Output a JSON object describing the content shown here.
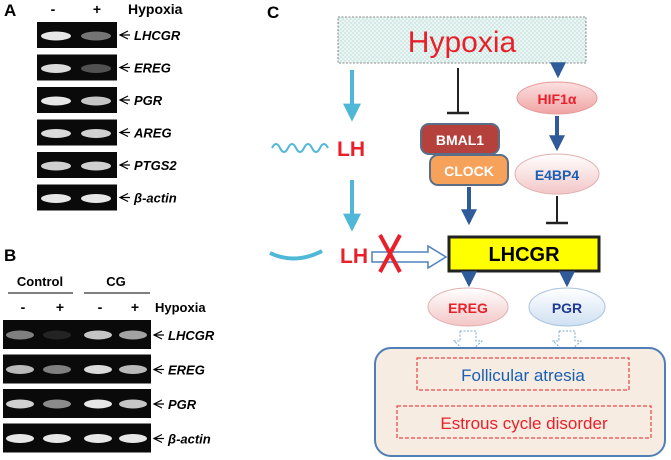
{
  "panel_a": {
    "letter": "A",
    "minus": "-",
    "plus": "+",
    "condition": "Hypoxia",
    "bands": [
      {
        "gene": "LHCGR",
        "control": 1.0,
        "hypoxia": 0.5
      },
      {
        "gene": "EREG",
        "control": 0.95,
        "hypoxia": 0.35
      },
      {
        "gene": "PGR",
        "control": 1.0,
        "hypoxia": 0.85
      },
      {
        "gene": "AREG",
        "control": 0.95,
        "hypoxia": 0.9
      },
      {
        "gene": "PTGS2",
        "control": 0.9,
        "hypoxia": 0.9
      },
      {
        "gene": "β-actin",
        "control": 1.0,
        "hypoxia": 1.0
      }
    ]
  },
  "panel_b": {
    "letter": "B",
    "group1": "Control",
    "group2": "CG",
    "minus": "-",
    "plus": "+",
    "condition": "Hypoxia",
    "bands": [
      {
        "gene": "LHCGR",
        "lanes": [
          0.55,
          0.15,
          0.85,
          0.7
        ]
      },
      {
        "gene": "EREG",
        "lanes": [
          0.8,
          0.55,
          0.95,
          0.8
        ]
      },
      {
        "gene": "PGR",
        "lanes": [
          0.9,
          0.6,
          1.0,
          0.85
        ]
      },
      {
        "gene": "β-actin",
        "lanes": [
          1.0,
          1.0,
          1.0,
          1.0
        ]
      }
    ]
  },
  "panel_c": {
    "letter": "C",
    "hypoxia": "Hypoxia",
    "hif1a": "HIF1α",
    "bmal1": "BMAL1",
    "clock": "CLOCK",
    "e4bp4": "E4BP4",
    "lh_top": "LH",
    "lh_bottom": "LH",
    "lhcgr": "LHCGR",
    "ereg": "EREG",
    "pgr": "PGR",
    "outcome1": "Follicular atresia",
    "outcome2": "Estrous cycle disorder",
    "colors": {
      "red_text": "#e8202a",
      "blue_text": "#1a5fb4",
      "lhcgr_fill": "#ffff00",
      "arrow_dark": "#2f5b9a",
      "arrow_light": "#4fb8d8",
      "bmal1_fill": "#b5413c",
      "clock_fill": "#f7a25b",
      "outcome_fill": "#f6ece2"
    }
  }
}
